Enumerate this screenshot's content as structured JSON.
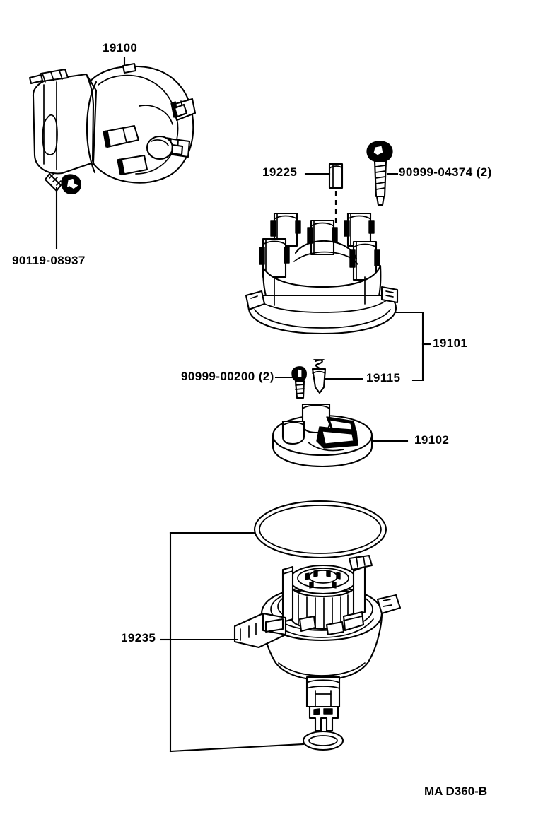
{
  "diagram": {
    "title": "Distributor parts exploded diagram",
    "sheet_code": "MA D360-B",
    "line_color": "#000000",
    "background_color": "#ffffff"
  },
  "callouts": [
    {
      "id": "c1",
      "part_number": "19100",
      "name": "distributor-assembly"
    },
    {
      "id": "c2",
      "part_number": "90119-08937",
      "name": "bolt-w-washer"
    },
    {
      "id": "c3",
      "part_number": "19225",
      "name": "grommet-plug"
    },
    {
      "id": "c4",
      "part_number": "90999-04374 (2)",
      "name": "screw-cap-hold-down"
    },
    {
      "id": "c5",
      "part_number": "19101",
      "name": "distributor-cap"
    },
    {
      "id": "c6",
      "part_number": "90999-00200 (2)",
      "name": "screw-small"
    },
    {
      "id": "c7",
      "part_number": "19115",
      "name": "carbon-brush-and-spring"
    },
    {
      "id": "c8",
      "part_number": "19102",
      "name": "distributor-rotor"
    },
    {
      "id": "c9",
      "part_number": "19235",
      "name": "pickup-coil-housing-assembly"
    }
  ],
  "labels": {
    "c1": "19100",
    "c2": "90119-08937",
    "c3": "19225",
    "c4": "90999-04374 (2)",
    "c5": "19101",
    "c6": "90999-00200 (2)",
    "c7": "19115",
    "c8": "19102",
    "c9": "19235",
    "footer": "MA D360-B"
  }
}
